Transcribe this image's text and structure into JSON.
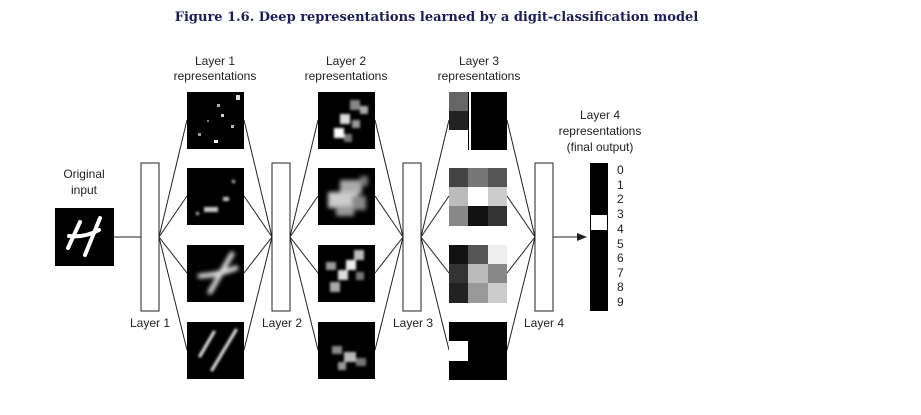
{
  "figure": {
    "title": "Figure 1.6. Deep representations learned by a digit-classification model"
  },
  "original_input": {
    "label_line1": "Original",
    "label_line2": "input"
  },
  "layers": [
    {
      "name": "Layer 1",
      "rep_line1": "Layer 1",
      "rep_line2": "representations"
    },
    {
      "name": "Layer 2",
      "rep_line1": "Layer 2",
      "rep_line2": "representations"
    },
    {
      "name": "Layer 3",
      "rep_line1": "Layer 3",
      "rep_line2": "representations"
    },
    {
      "name": "Layer 4",
      "rep_line1": "Layer 4",
      "rep_line2": "representations",
      "rep_line3": "(final output)"
    }
  ],
  "output_digits": [
    "0",
    "1",
    "2",
    "3",
    "4",
    "5",
    "6",
    "7",
    "8",
    "9"
  ],
  "predicted_digit": "4",
  "colors": {
    "title": "#1d1d5c",
    "ink": "#222222",
    "map_bg": "#000000"
  }
}
